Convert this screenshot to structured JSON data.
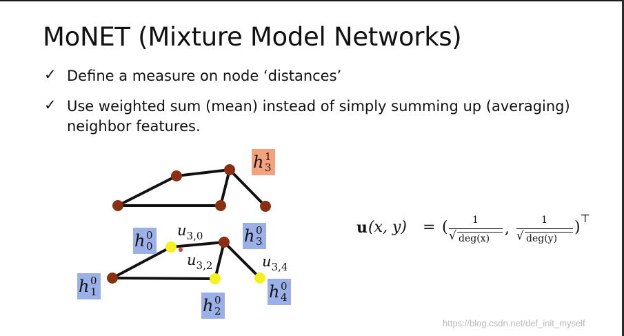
{
  "slide": {
    "title": "MoNET (Mixture Model Networks)",
    "bullets": [
      {
        "check": "✓",
        "lines": [
          "Define a measure on node ‘distances’"
        ]
      },
      {
        "check": "✓",
        "lines": [
          "Use weighted sum (mean) instead of simply summing up (averaging)",
          "neighbor features."
        ]
      }
    ]
  },
  "labels": {
    "top_h": {
      "base": "h",
      "sup": "1",
      "sub": "3"
    },
    "h0": {
      "base": "h",
      "sup": "0",
      "sub": "0"
    },
    "h1": {
      "base": "h",
      "sup": "0",
      "sub": "1"
    },
    "h2": {
      "base": "h",
      "sup": "0",
      "sub": "2"
    },
    "h3": {
      "base": "h",
      "sup": "0",
      "sub": "3"
    },
    "h4": {
      "base": "h",
      "sup": "0",
      "sub": "4"
    },
    "u30": {
      "base": "u",
      "sub": "3,0"
    },
    "u32": {
      "base": "u",
      "sub": "3,2"
    },
    "u34": {
      "base": "u",
      "sub": "3,4"
    }
  },
  "formula": {
    "lhs": "u",
    "args": "(x, y)",
    "eq": "=",
    "open": "(",
    "num1": "1",
    "den1": "deg(x)",
    "comma": ",",
    "num2": "1",
    "den2": "deg(y)",
    "close": ")",
    "transpose": "⊤"
  },
  "colors": {
    "node_brown": "#8b2f12",
    "node_yellow": "#f4f11e",
    "label_orange": "#f4a27d",
    "label_blue": "#9ab0e6",
    "edge": "#111111"
  },
  "watermark": "https://blog.csdn.net/def_init_myself"
}
